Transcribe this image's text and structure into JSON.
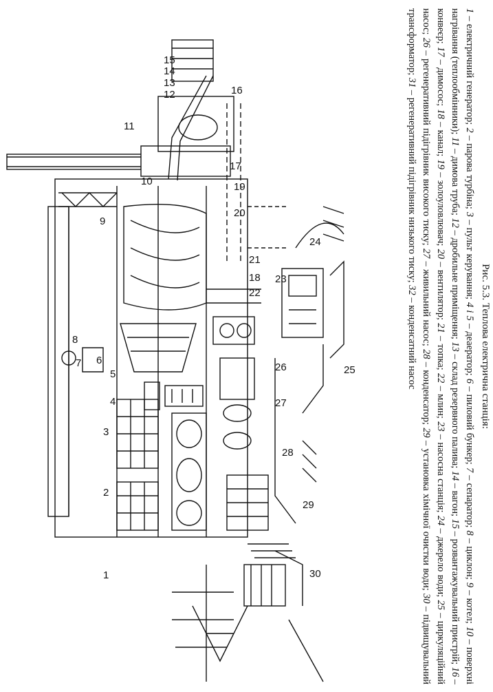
{
  "figure": {
    "caption_title": "Рис. 5.3. Теплова електрична станція:",
    "legend": [
      {
        "num": "1",
        "text": "електричний генератор"
      },
      {
        "num": "2",
        "text": "парова турбіна"
      },
      {
        "num": "3",
        "text": "пульт керування"
      },
      {
        "num": "4 і 5",
        "text": "деаератор"
      },
      {
        "num": "6",
        "text": "пиловий бункер"
      },
      {
        "num": "7",
        "text": "сепаратор"
      },
      {
        "num": "8",
        "text": "циклон"
      },
      {
        "num": "9",
        "text": "котел"
      },
      {
        "num": "10",
        "text": "поверхні нагрівання (теплообмінники)"
      },
      {
        "num": "11",
        "text": "димова труба"
      },
      {
        "num": "12",
        "text": "дробильне приміщення"
      },
      {
        "num": "13",
        "text": "склад резервного палива"
      },
      {
        "num": "14",
        "text": "вагон"
      },
      {
        "num": "15",
        "text": "розвантажувальний пристрій"
      },
      {
        "num": "16",
        "text": "конвеєр"
      },
      {
        "num": "17",
        "text": "димосос"
      },
      {
        "num": "18",
        "text": "канал"
      },
      {
        "num": "19",
        "text": "золоуловлювач"
      },
      {
        "num": "20",
        "text": "вентилятор"
      },
      {
        "num": "21",
        "text": "топка"
      },
      {
        "num": "22",
        "text": "млин"
      },
      {
        "num": "23",
        "text": "насосна станція"
      },
      {
        "num": "24",
        "text": "джерело води"
      },
      {
        "num": "25",
        "text": "циркуляційний насос"
      },
      {
        "num": "26",
        "text": "регенеративний підігрівник високого тиску"
      },
      {
        "num": "27",
        "text": "живильний насос"
      },
      {
        "num": "28",
        "text": "конденсатор"
      },
      {
        "num": "29",
        "text": "установка хімічної очистки води"
      },
      {
        "num": "30",
        "text": "підвищувальний трансформатор"
      },
      {
        "num": "31",
        "text": "регенеративний підігрівник низького тиску"
      },
      {
        "num": "32",
        "text": "конденсатний насос"
      }
    ],
    "callouts": [
      "1",
      "2",
      "3",
      "4",
      "5",
      "6",
      "7",
      "8",
      "9",
      "10",
      "11",
      "12",
      "13",
      "14",
      "15",
      "16",
      "17",
      "18",
      "19",
      "20",
      "21",
      "22",
      "23",
      "24",
      "25",
      "26",
      "27",
      "28",
      "29",
      "30"
    ]
  },
  "colors": {
    "ink": "#111111",
    "paper": "#ffffff"
  }
}
